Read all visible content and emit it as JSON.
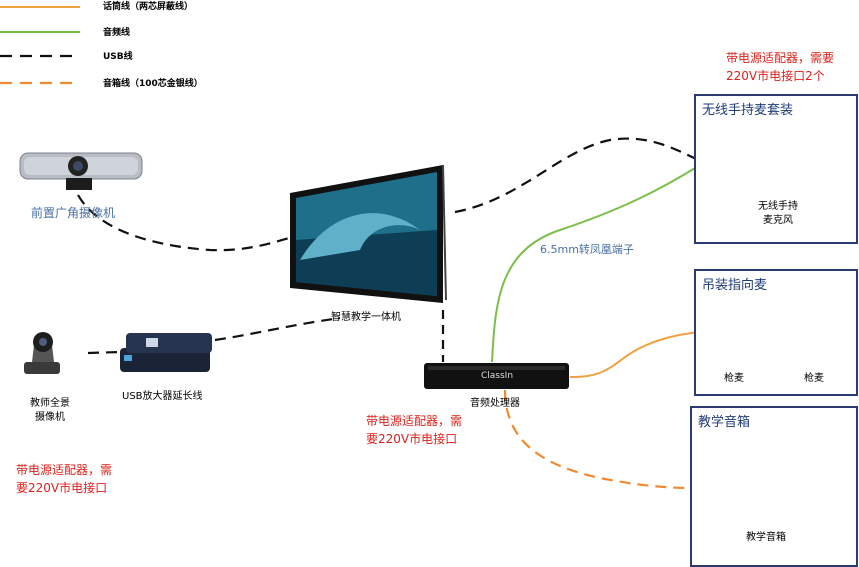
{
  "legend": [
    {
      "label": "话筒线（两芯屏蔽线）",
      "style": "solid",
      "color": "#f0a040"
    },
    {
      "label": "音频线",
      "style": "solid",
      "color": "#7bbf4a"
    },
    {
      "label": "USB线",
      "style": "dashed",
      "color": "#111111"
    },
    {
      "label": "音箱线（100芯金银线）",
      "style": "dashed",
      "color": "#f08a30"
    }
  ],
  "devices": {
    "camera_front": "前置广角摄像机",
    "smart_board": "智慧教学一体机",
    "teacher_camera": "教师全景\n摄像机",
    "usb_extender": "USB放大器延长线",
    "audio_processor": "音频处理器",
    "processor_brand": "ClassIn",
    "connector_label": "6.5mm转凤凰端子"
  },
  "boxes": {
    "wireless": {
      "title": "无线手持麦套装",
      "item_label": "无线手持\n麦克风"
    },
    "mics": {
      "title": "吊装指向麦",
      "left_label": "枪麦",
      "right_label": "枪麦"
    },
    "speakers": {
      "title": "教学音箱",
      "item_label": "教学音箱"
    }
  },
  "notes": {
    "wireless_power": "带电源适配器，需要\n220V市电接口2个",
    "processor_power": "带电源适配器，需\n要220V市电接口",
    "camera_power": "带电源适配器，需\n要220V市电接口"
  },
  "colors": {
    "note_red": "#e0201b",
    "box_border": "#2c3a72",
    "title_blue": "#1f3b78"
  }
}
